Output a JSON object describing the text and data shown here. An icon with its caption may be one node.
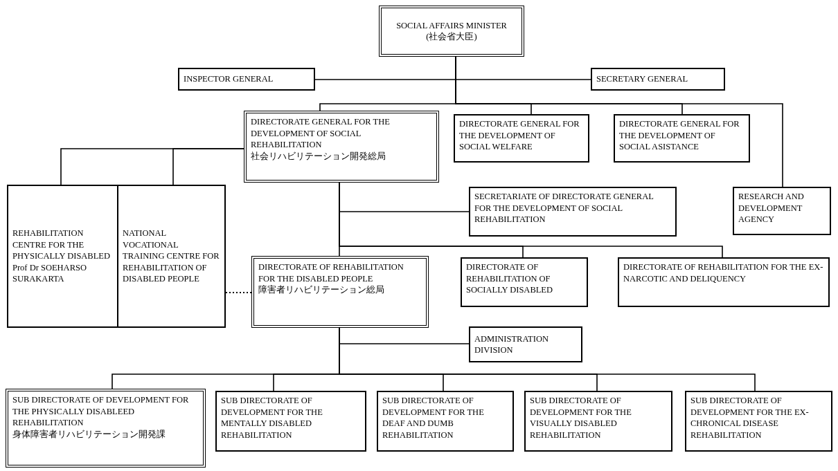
{
  "diagram": {
    "nodes": [
      {
        "text": [
          "SOCIAL AFFAIRS MINISTER",
          "(社会省大臣)"
        ]
      },
      {
        "text": [
          "INSPECTOR GENERAL"
        ]
      },
      {
        "text": [
          "SECRETARY GENERAL"
        ]
      },
      {
        "text": [
          "DIRECTORATE GENERAL FOR THE DEVELOPMENT OF SOCIAL REHABILITATION",
          "社会リハビリテーション開発総局"
        ]
      },
      {
        "text": [
          "DIRECTORATE GENERAL FOR THE DEVELOPMENT OF SOCIAL WELFARE"
        ]
      },
      {
        "text": [
          "DIRECTORATE GENERAL FOR THE DEVELOPMENT OF SOCIAL ASISTANCE"
        ]
      },
      {
        "text": [
          "REHABILITATION CENTRE FOR THE PHYSICALLY DISABLED Prof Dr SOEHARSO SURAKARTA"
        ]
      },
      {
        "text": [
          "NATIONAL VOCATIONAL TRAINING CENTRE FOR REHABILITATION OF DISABLED PEOPLE"
        ]
      },
      {
        "text": [
          "SECRETARIATE OF DIRECTORATE GENERAL FOR THE DEVELOPMENT OF SOCIAL REHABILITATION"
        ]
      },
      {
        "text": [
          "RESEARCH AND DEVELOPMENT AGENCY"
        ]
      },
      {
        "text": [
          "DIRECTORATE OF REHABILITATION FOR THE DISABLED PEOPLE",
          "障害者リハビリテーション総局"
        ]
      },
      {
        "text": [
          "DIRECTORATE OF REHABILITATION OF SOCIALLY DISABLED"
        ]
      },
      {
        "text": [
          "DIRECTORATE OF REHABILITATION FOR THE EX-NARCOTIC AND DELIQUENCY"
        ]
      },
      {
        "text": [
          "ADMINISTRATION DIVISION"
        ]
      },
      {
        "text": [
          "SUB DIRECTORATE OF DEVELOPMENT FOR THE PHYSICALLY DISABLEED REHABILITATION",
          "身体障害者リハビリテーション開発課"
        ]
      },
      {
        "text": [
          "SUB DIRECTORATE OF DEVELOPMENT FOR THE MENTALLY DISABLED REHABILITATION"
        ]
      },
      {
        "text": [
          "SUB DIRECTORATE OF DEVELOPMENT FOR THE DEAF AND DUMB REHABILITATION"
        ]
      },
      {
        "text": [
          "SUB DIRECTORATE OF DEVELOPMENT FOR THE VISUALLY DISABLED REHABILITATION"
        ]
      },
      {
        "text": [
          "SUB DIRECTORATE OF DEVELOPMENT FOR THE EX-CHRONICAL DISEASE REHABILITATION"
        ]
      }
    ],
    "edges": [
      {
        "from": 0,
        "to": 1,
        "arrow": "none"
      },
      {
        "from": 0,
        "to": 2,
        "arrow": "none"
      },
      {
        "from": 0,
        "to": 3,
        "arrow": "none"
      },
      {
        "from": 0,
        "to": 4,
        "arrow": "none"
      },
      {
        "from": 0,
        "to": 5,
        "arrow": "none"
      },
      {
        "from": 0,
        "to": 9,
        "arrow": "none"
      },
      {
        "from": 3,
        "to": 6,
        "arrow": "none"
      },
      {
        "from": 3,
        "to": 7,
        "arrow": "none"
      },
      {
        "from": 3,
        "to": 10,
        "arrow": "none"
      },
      {
        "from": 3,
        "to": 8,
        "arrow": "none"
      },
      {
        "from": 3,
        "to": 11,
        "arrow": "none"
      },
      {
        "from": 3,
        "to": 12,
        "arrow": "none"
      },
      {
        "from": 7,
        "to": 10,
        "arrow": "none",
        "style": "dashed"
      },
      {
        "from": 10,
        "to": 13,
        "arrow": "none"
      },
      {
        "from": 10,
        "to": 14,
        "arrow": "none"
      },
      {
        "from": 10,
        "to": 15,
        "arrow": "none"
      },
      {
        "from": 10,
        "to": 16,
        "arrow": "none"
      },
      {
        "from": 10,
        "to": 17,
        "arrow": "none"
      },
      {
        "from": 10,
        "to": 18,
        "arrow": "none"
      }
    ]
  }
}
